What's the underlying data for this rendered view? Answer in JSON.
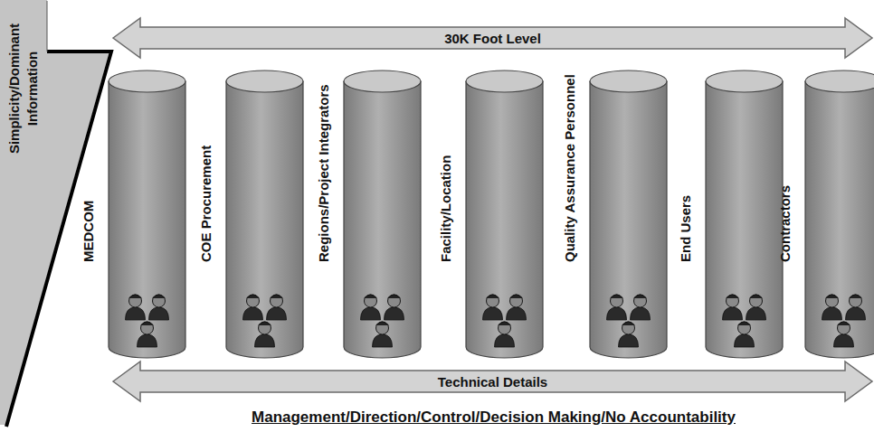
{
  "diagram": {
    "nodes": [
      {
        "text": [
          "30K Foot Level"
        ]
      },
      {
        "text": [
          "Simplicity/Dominant Information"
        ]
      },
      {
        "text": [
          "MEDCOM"
        ]
      },
      {
        "text": [
          "COE Procurement"
        ]
      },
      {
        "text": [
          "Regions/Project Integrators"
        ]
      },
      {
        "text": [
          "Facility/Location"
        ]
      },
      {
        "text": [
          "Quality Assurance Personnel"
        ]
      },
      {
        "text": [
          "End Users"
        ]
      },
      {
        "text": [
          "Contractors"
        ]
      },
      {
        "text": [
          "Technical Details"
        ]
      }
    ],
    "labels": [
      "Management/Direction/Control/Decision Making/No Accountability"
    ]
  }
}
